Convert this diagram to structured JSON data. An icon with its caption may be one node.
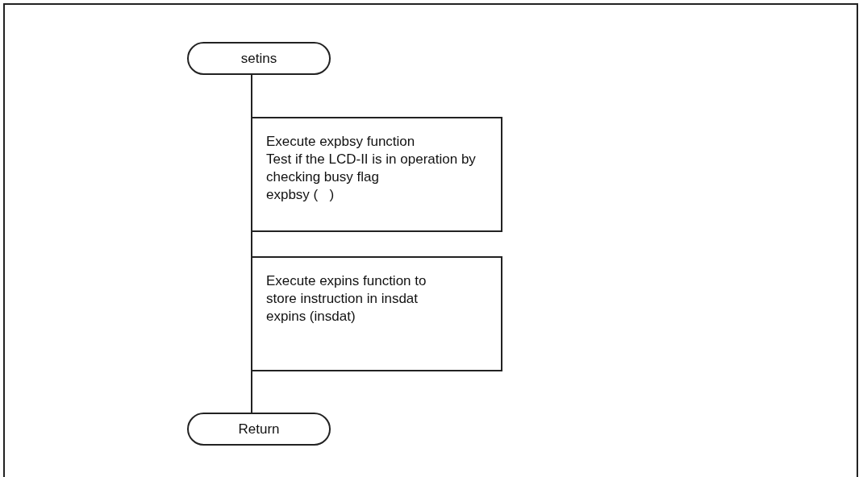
{
  "diagram": {
    "nodes": [
      {
        "text": [
          "setins"
        ]
      },
      {
        "text": [
          "Execute expbsy function",
          "Test if the LCD-II is in operation by checking busy flag",
          "expbsy (   )"
        ]
      },
      {
        "text": [
          "Execute expins function to store instruction in insdat",
          "expins (insdat)"
        ]
      },
      {
        "text": [
          "Return"
        ]
      }
    ],
    "edges": [
      {
        "from": 0,
        "to": 1,
        "arrow": "none"
      },
      {
        "from": 1,
        "to": 2,
        "arrow": "none"
      },
      {
        "from": 2,
        "to": 3,
        "arrow": "none"
      }
    ]
  }
}
